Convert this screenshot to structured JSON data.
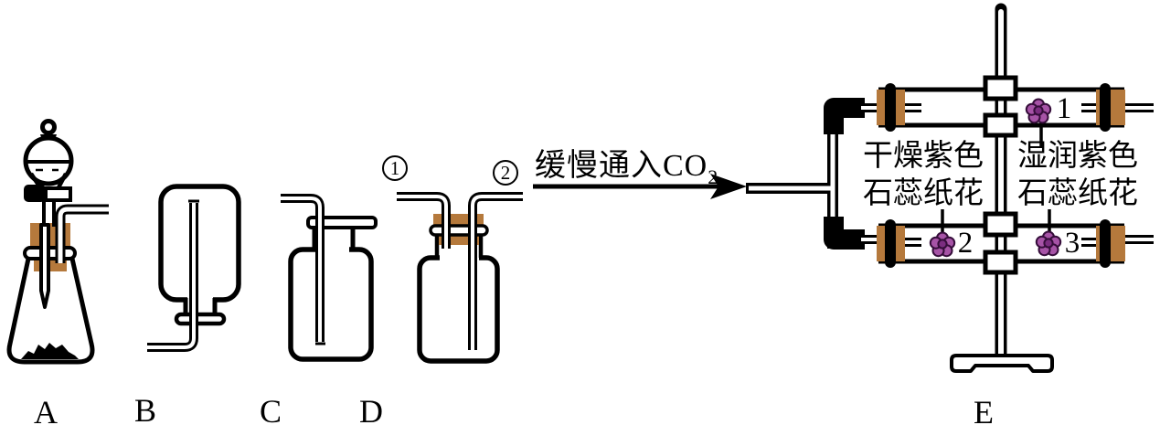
{
  "colors": {
    "background": "#ffffff",
    "stopper": "#b5793c",
    "flower": "#a653a6",
    "flower_center": "#7b2d80",
    "flower_outline": "#350d3a"
  },
  "apparatus_labels": {
    "a": "A",
    "b": "B",
    "c": "C",
    "d": "D",
    "e": "E"
  },
  "d_ports": {
    "port1": "1",
    "port2": "2"
  },
  "arrow": {
    "label": "缓慢通入CO",
    "subscript": "2"
  },
  "e_labels": {
    "dry": {
      "line1": "干燥紫色",
      "line2": "石蕊纸花"
    },
    "wet": {
      "line1": "湿润紫色",
      "line2": "石蕊纸花"
    }
  },
  "flower_numbers": {
    "f1": "1",
    "f2": "2",
    "f3": "3"
  }
}
